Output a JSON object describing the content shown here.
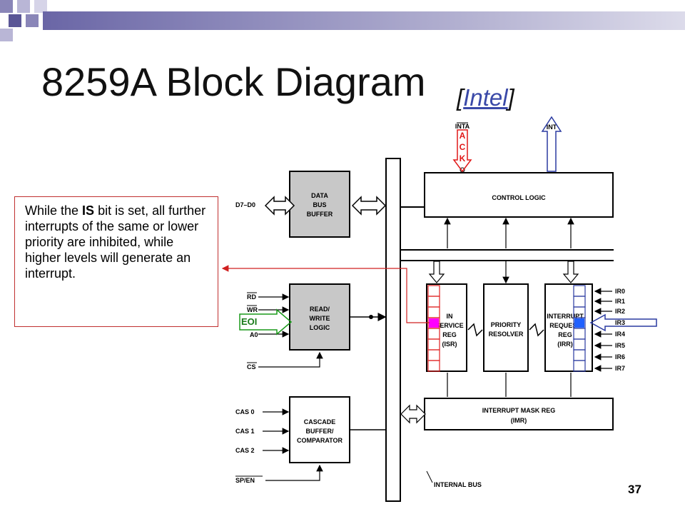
{
  "slide": {
    "title": "8259A Block Diagram",
    "source_open": "[",
    "source_link": "Intel",
    "source_close": "]",
    "page_number": "37"
  },
  "callout": {
    "part1": "While the ",
    "bold": "IS",
    "part2": " bit is set, all further interrupts of the same or lower priority are inhibited, while higher levels will generate an interrupt."
  },
  "labels": {
    "eoi": "EOI",
    "ack_letters": [
      "A",
      "C",
      "K"
    ]
  },
  "diagram": {
    "inta": "INTA",
    "int": "INT",
    "data_bus": "D7–D0",
    "control_logic": "CONTROL LOGIC",
    "data_bus_buffer": [
      "DATA",
      "BUS",
      "BUFFER"
    ],
    "read_write_logic": [
      "READ/",
      "WRITE",
      "LOGIC"
    ],
    "cascade": [
      "CASCADE",
      "BUFFER/",
      "COMPARATOR"
    ],
    "isr": [
      "IN",
      "SERVICE",
      "REG",
      "(ISR)"
    ],
    "priority_resolver": [
      "PRIORITY",
      "RESOLVER"
    ],
    "irr": [
      "INTERRUPT",
      "REQUEST",
      "REG",
      "(IRR)"
    ],
    "imr": [
      "INTERRUPT MASK REG",
      "(IMR)"
    ],
    "rw_pins": [
      "RD",
      "WR",
      "A0",
      "CS"
    ],
    "cas_pins": [
      "CAS 0",
      "CAS 1",
      "CAS 2",
      "SP/EN"
    ],
    "ir_pins": [
      "IR0",
      "IR1",
      "IR2",
      "IR3",
      "IR4",
      "IR5",
      "IR6",
      "IR7"
    ],
    "internal_bus": "INTERNAL BUS"
  },
  "colors": {
    "isr_highlight": "#ff00ff",
    "irr_highlight": "#2060ff",
    "ack_color": "#e01818",
    "eoi_color": "#1a7a1a",
    "callout_border": "#c03030",
    "int_arrow": "#2a3aa0",
    "bit_stack": "#e02020"
  }
}
